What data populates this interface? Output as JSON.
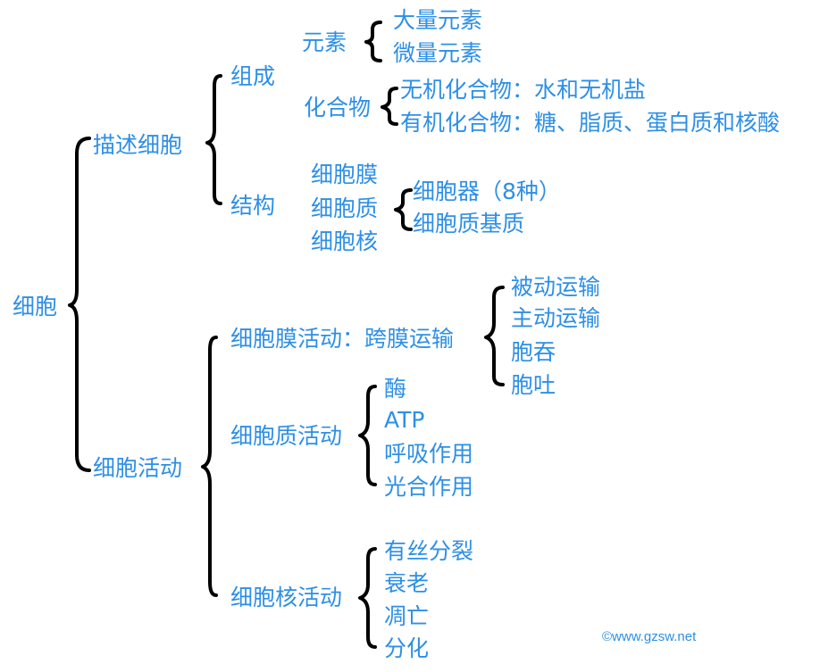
{
  "root": "细胞",
  "branches": {
    "describe": {
      "label": "描述细胞",
      "composition": {
        "label": "组成",
        "elements": {
          "label": "元素",
          "items": [
            "大量元素",
            "微量元素"
          ]
        },
        "compounds": {
          "label": "化合物",
          "items": [
            "无机化合物：水和无机盐",
            "有机化合物：糖、脂质、蛋白质和核酸"
          ]
        }
      },
      "structure": {
        "label": "结构",
        "parts": [
          "细胞膜",
          "细胞质",
          "细胞核"
        ],
        "cytoplasm_parts": [
          "细胞器（8种）",
          "细胞质基质"
        ]
      }
    },
    "activity": {
      "label": "细胞活动",
      "membrane": {
        "label": "细胞膜活动：跨膜运输",
        "items": [
          "被动运输",
          "主动运输",
          "胞吞",
          "胞吐"
        ]
      },
      "cytoplasm": {
        "label": "细胞质活动",
        "items": [
          "酶",
          "ATP",
          "呼吸作用",
          "光合作用"
        ]
      },
      "nucleus": {
        "label": "细胞核活动",
        "items": [
          "有丝分裂",
          "衰老",
          "凋亡",
          "分化"
        ]
      }
    }
  },
  "watermark": "©www.gzsw.net",
  "colors": {
    "text": "#2e8fe6",
    "brace": "#000000",
    "background": "#ffffff"
  }
}
